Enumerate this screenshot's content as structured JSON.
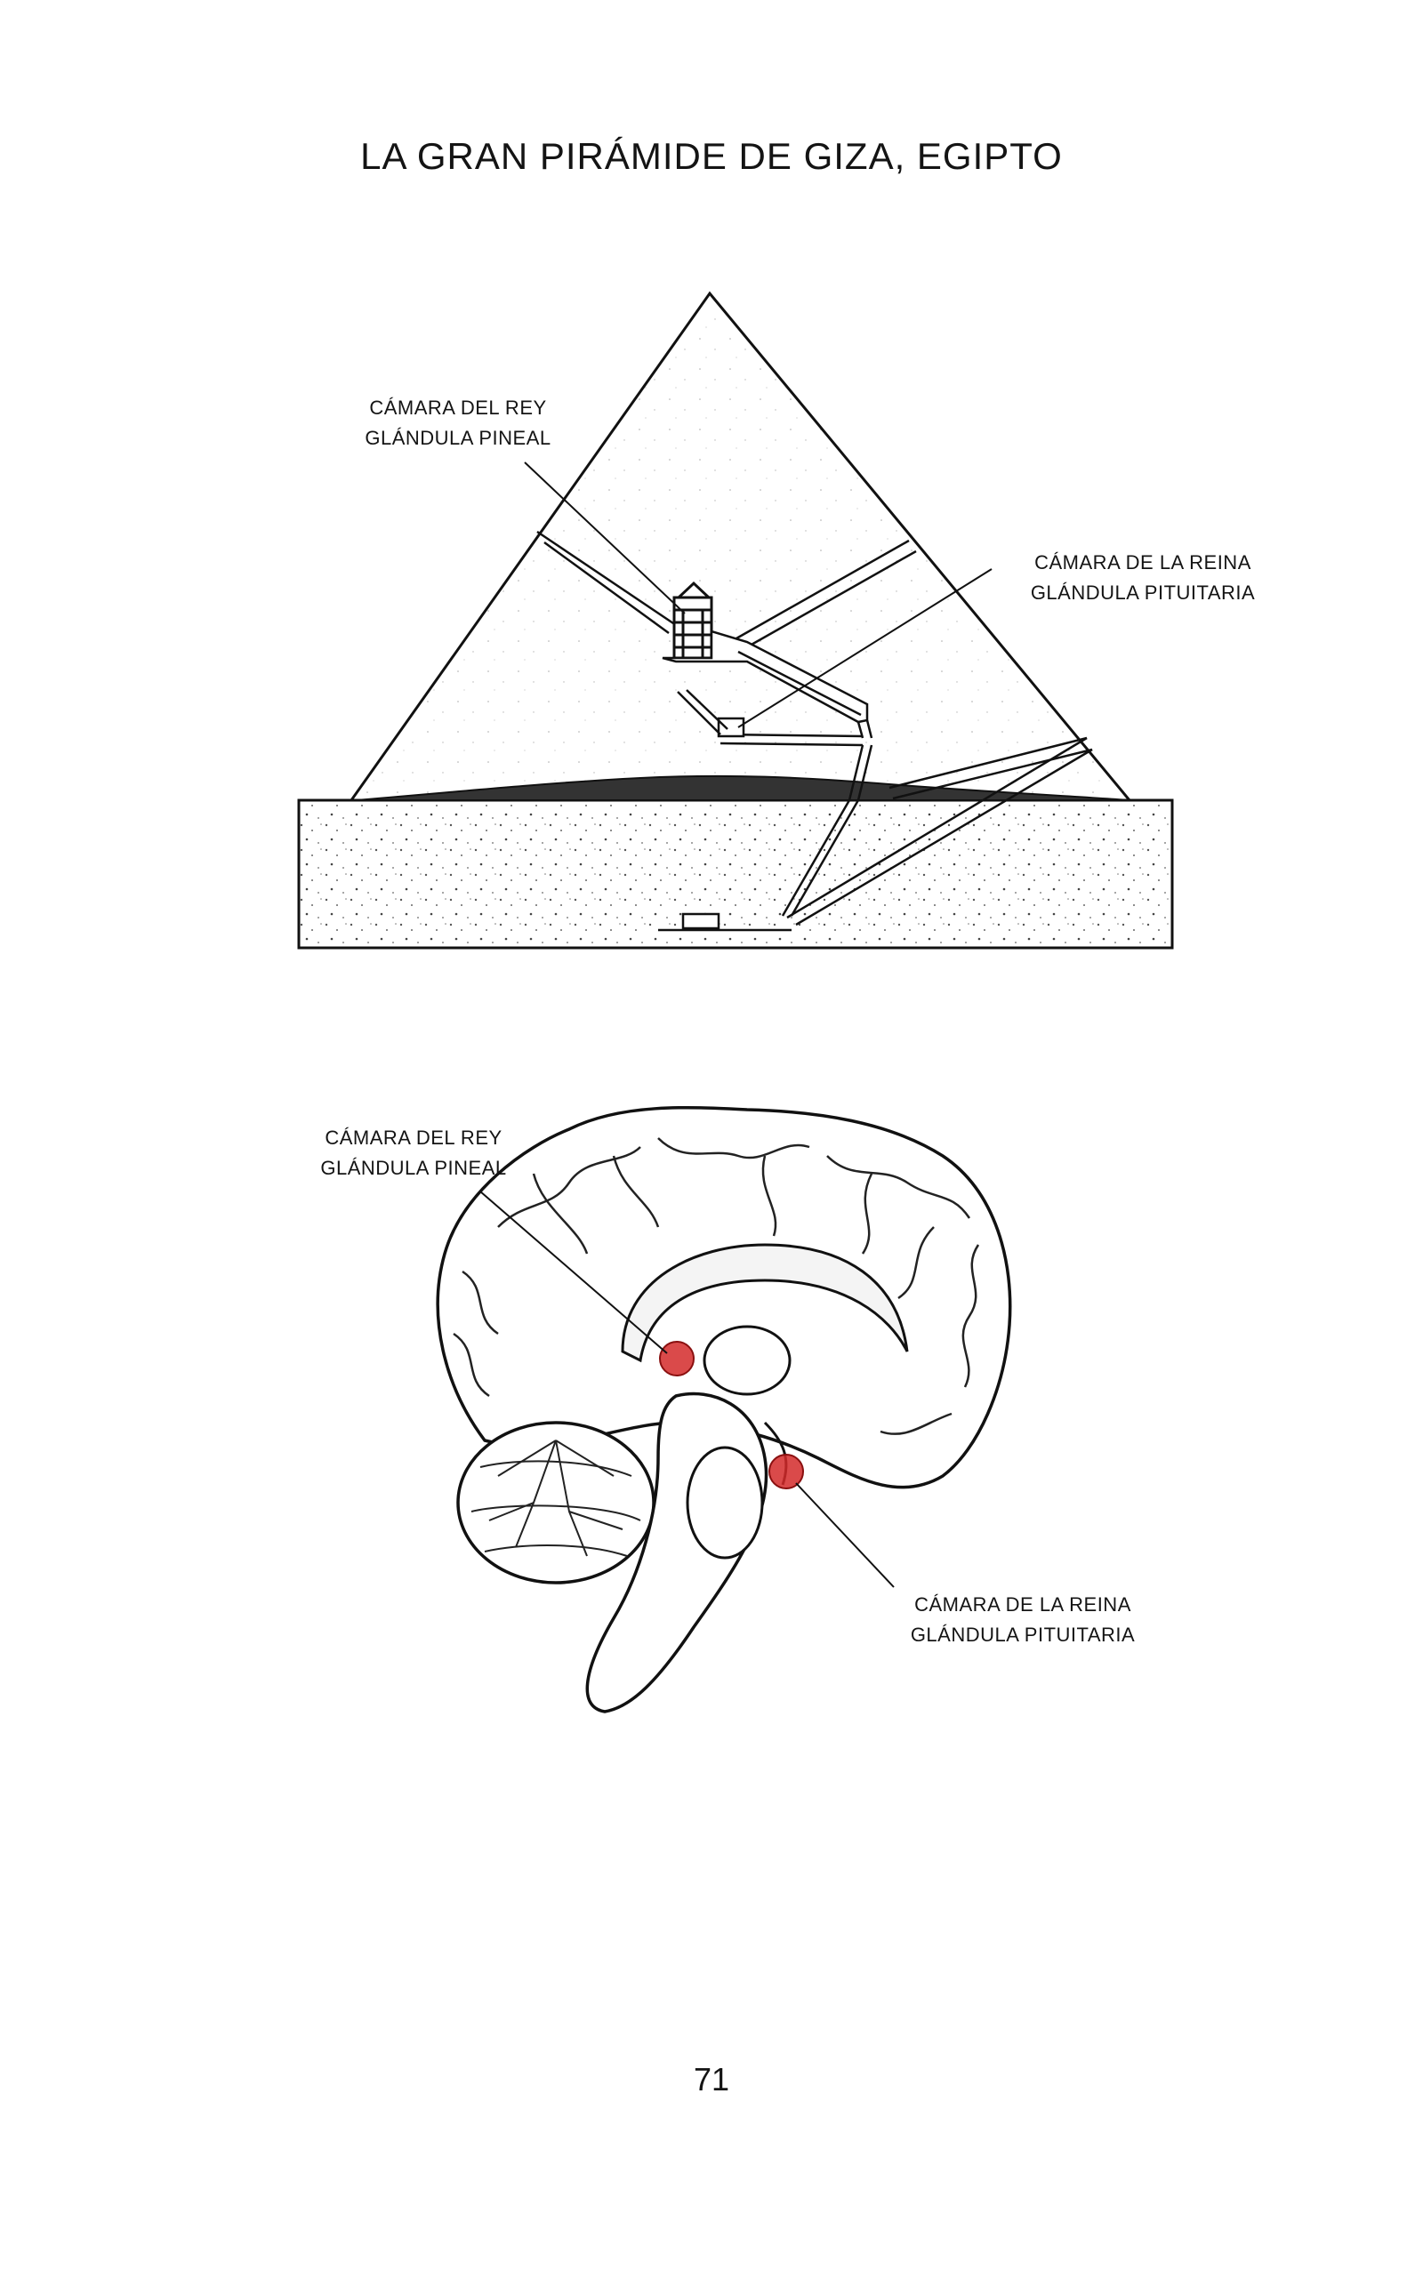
{
  "page": {
    "title": "LA GRAN PIRÁMIDE DE GIZA, EGIPTO",
    "page_number": "71"
  },
  "pyramid_diagram": {
    "king_chamber_label": {
      "line1": "CÁMARA DEL REY",
      "line2": "GLÁNDULA PINEAL"
    },
    "queen_chamber_label": {
      "line1": "CÁMARA DE LA REINA",
      "line2": "GLÁNDULA PITUITARIA"
    }
  },
  "brain_diagram": {
    "pineal_label": {
      "line1": "CÁMARA DEL REY",
      "line2": "GLÁNDULA PINEAL"
    },
    "pituitary_label": {
      "line1": "CÁMARA DE LA REINA",
      "line2": "GLÁNDULA PITUITARIA"
    },
    "highlight_color": "#d42a2a"
  }
}
